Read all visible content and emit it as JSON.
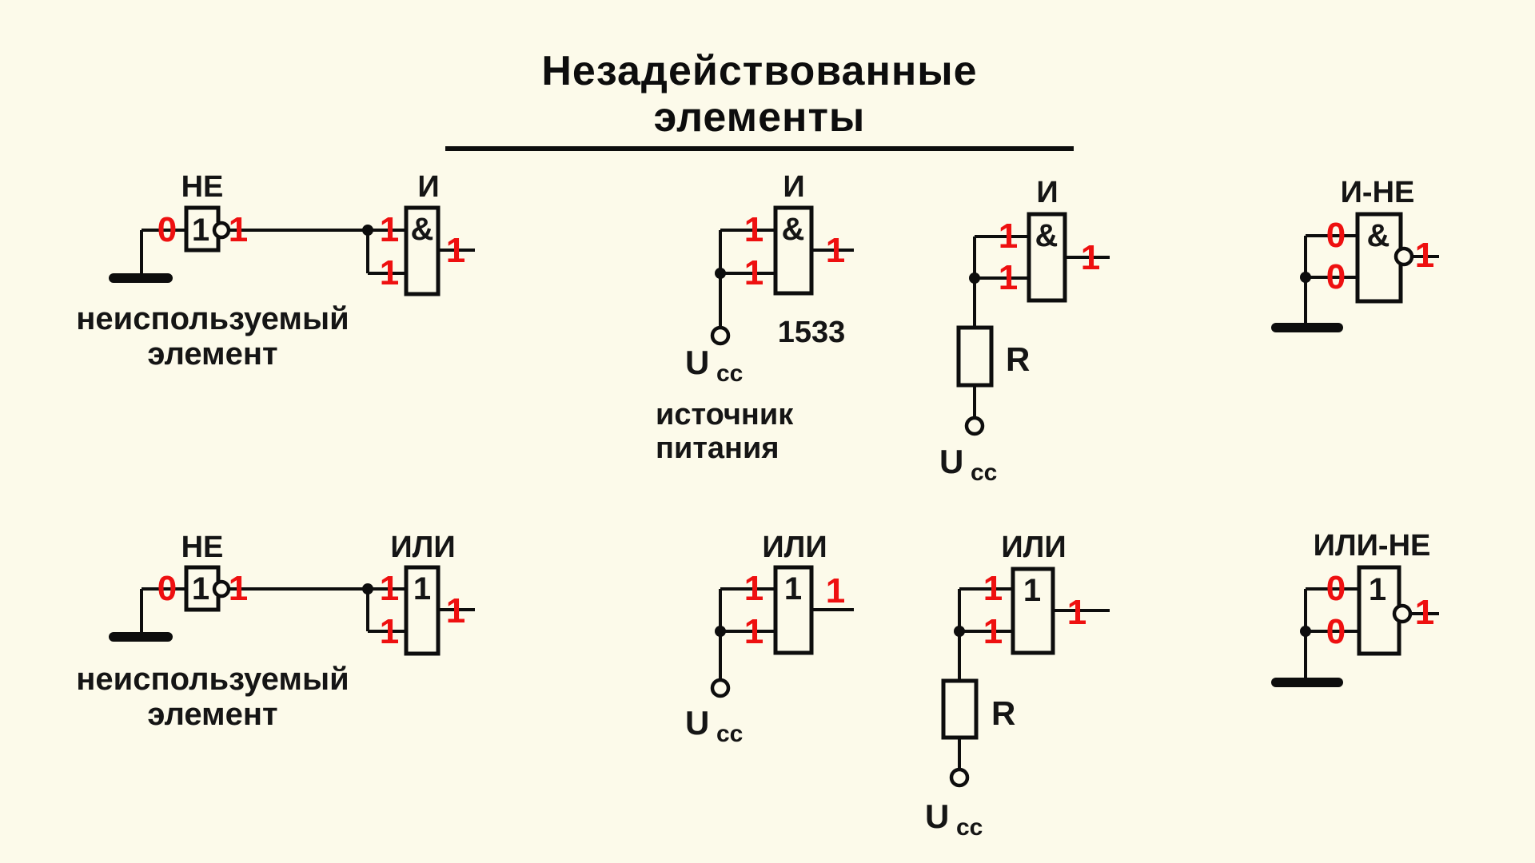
{
  "title": "Незадействованные элементы",
  "colors": {
    "background": "#fcfaea",
    "line": "#0d0d0d",
    "value_red": "#ee1010"
  },
  "row1": {
    "chain": {
      "not_label": "НЕ",
      "gate_label": "И",
      "not_symbol": "1",
      "gate_symbol": "&",
      "input_value": "0",
      "inverted_value": "1",
      "in1_value": "1",
      "in2_value": "1",
      "output_value": "1",
      "caption_line1": "неиспользуемый",
      "caption_line2": "элемент"
    },
    "direct_ucc": {
      "gate_label": "И",
      "gate_symbol": "&",
      "in1_value": "1",
      "in2_value": "1",
      "output_value": "1",
      "chip_label": "1533",
      "ucc_letter": "U",
      "ucc_sub": "cc",
      "caption_line1": "источник",
      "caption_line2": "питания"
    },
    "resistor_ucc": {
      "gate_label": "И",
      "gate_symbol": "&",
      "in1_value": "1",
      "in2_value": "1",
      "output_value": "1",
      "resistor_label": "R",
      "ucc_letter": "U",
      "ucc_sub": "cc"
    },
    "grounded_nand": {
      "gate_label": "И-НЕ",
      "gate_symbol": "&",
      "in1_value": "0",
      "in2_value": "0",
      "output_value": "1"
    }
  },
  "row2": {
    "chain": {
      "not_label": "НЕ",
      "gate_label": "ИЛИ",
      "not_symbol": "1",
      "gate_symbol": "1",
      "input_value": "0",
      "inverted_value": "1",
      "in1_value": "1",
      "in2_value": "1",
      "output_value": "1",
      "caption_line1": "неиспользуемый",
      "caption_line2": "элемент"
    },
    "direct_ucc": {
      "gate_label": "ИЛИ",
      "gate_symbol": "1",
      "in1_value": "1",
      "in2_value": "1",
      "output_value": "1",
      "ucc_letter": "U",
      "ucc_sub": "cc"
    },
    "resistor_ucc": {
      "gate_label": "ИЛИ",
      "gate_symbol": "1",
      "in1_value": "1",
      "in2_value": "1",
      "output_value": "1",
      "resistor_label": "R",
      "ucc_letter": "U",
      "ucc_sub": "cc"
    },
    "grounded_nor": {
      "gate_label": "ИЛИ-НЕ",
      "gate_symbol": "1",
      "in1_value": "0",
      "in2_value": "0",
      "output_value": "1"
    }
  }
}
